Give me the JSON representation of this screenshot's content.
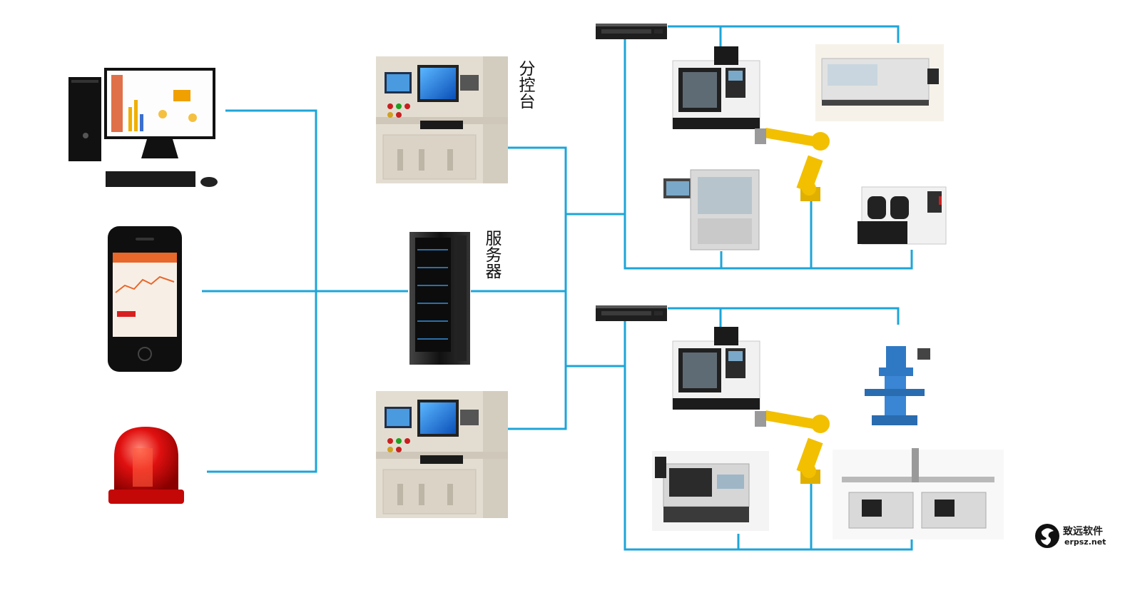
{
  "labels": {
    "sub_console": "分控台",
    "server": "服务器"
  },
  "logo": {
    "name_cn": "致远软件",
    "domain": "erpsz.net"
  },
  "colors": {
    "line": "#1da5d9",
    "robot": "#f2c000",
    "alarm": "#e01010",
    "console_body": "#e3ddd1",
    "machine_white": "#f1f1f1",
    "machine_dark": "#232323",
    "mill_blue": "#2f79c4"
  },
  "icons": [
    "desktop-computer-icon",
    "smartphone-icon",
    "alarm-light-icon",
    "console-cabinet-icon",
    "server-rack-icon",
    "network-switch-icon",
    "cnc-machine-icon",
    "industrial-robot-icon",
    "milling-machine-icon",
    "gantry-lathe-icon"
  ]
}
